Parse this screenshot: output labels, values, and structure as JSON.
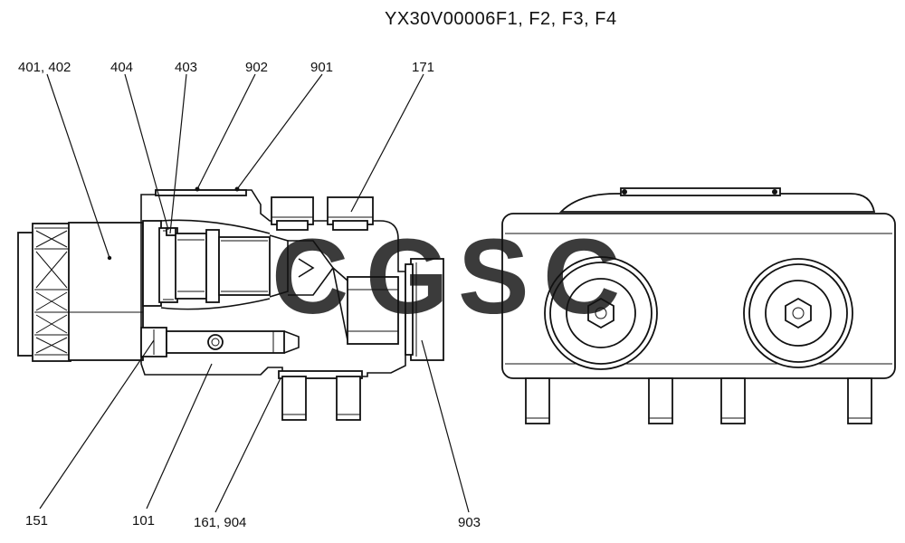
{
  "title": "YX30V00006F1, F2, F3, F4",
  "watermark": {
    "letters": [
      {
        "char": "C",
        "color": "#4f8ff5"
      },
      {
        "char": "G",
        "color": "#ee6c5f"
      },
      {
        "char": "S",
        "color": "#f8d558"
      },
      {
        "char": "C",
        "color": "#3eaa74"
      }
    ]
  },
  "callouts": [
    {
      "id": "401-402",
      "text": "401, 402"
    },
    {
      "id": "404",
      "text": "404"
    },
    {
      "id": "403",
      "text": "403"
    },
    {
      "id": "902",
      "text": "902"
    },
    {
      "id": "901",
      "text": "901"
    },
    {
      "id": "171",
      "text": "171"
    },
    {
      "id": "151",
      "text": "151"
    },
    {
      "id": "101",
      "text": "101"
    },
    {
      "id": "161-904",
      "text": "161, 904"
    },
    {
      "id": "903",
      "text": "903"
    }
  ]
}
